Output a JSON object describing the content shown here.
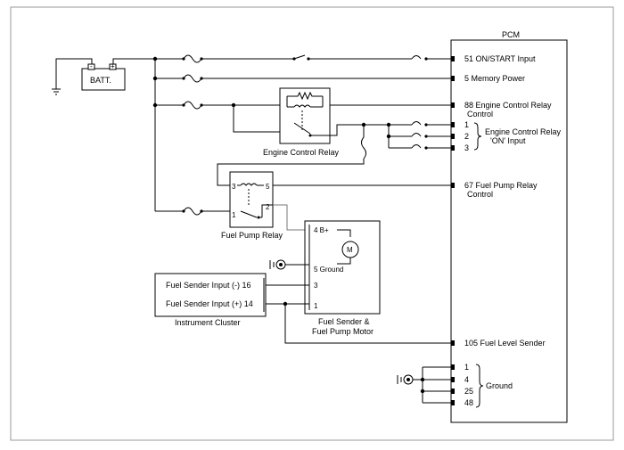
{
  "pcm": {
    "title": "PCM",
    "pins": {
      "p51": "51 ON/START Input",
      "p5": "5 Memory Power",
      "p88_a": "88 Engine Control Relay",
      "p88_b": "Control",
      "p1": "1",
      "p2": "2",
      "p3": "3",
      "ecr_on_a": "Engine Control Relay",
      "ecr_on_b": "'ON' Input",
      "p67_a": "67 Fuel Pump Relay",
      "p67_b": "Control",
      "p105": "105 Fuel Level Sender",
      "g1": "1",
      "g4": "4",
      "g25": "25",
      "g48": "48",
      "ground": "Ground"
    }
  },
  "battery": {
    "label": "BATT.",
    "minus": "-",
    "plus": "+"
  },
  "engine_control_relay": {
    "label": "Engine Control Relay"
  },
  "fuel_pump_relay": {
    "label": "Fuel Pump Relay",
    "pin3": "3",
    "pin5": "5",
    "pin2": "2",
    "pin1": "1"
  },
  "sender_motor": {
    "pin4": "4 B+",
    "pin5": "5 Ground",
    "pin3": "3",
    "pin1": "1",
    "motor": "M",
    "label_a": "Fuel Sender &",
    "label_b": "Fuel Pump Motor"
  },
  "instrument_cluster": {
    "in_minus": "Fuel Sender Input (-) 16",
    "in_plus": "Fuel Sender Input (+) 14",
    "label": "Instrument Cluster"
  }
}
